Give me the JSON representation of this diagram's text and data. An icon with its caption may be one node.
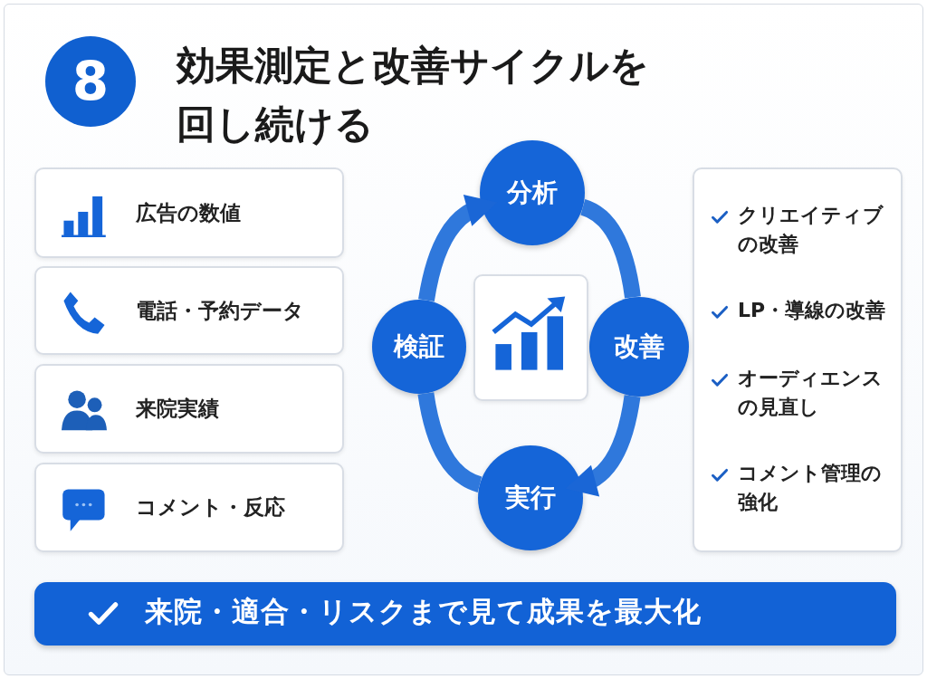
{
  "diagram": {
    "title": "効果測定と改善サイクルを回し続ける",
    "nodes": [
      {
        "text": [
          "8"
        ]
      },
      {
        "text": [
          "広告の数値"
        ]
      },
      {
        "text": [
          "電話・予約データ"
        ]
      },
      {
        "text": [
          "来院実績"
        ]
      },
      {
        "text": [
          "コメント・反応"
        ]
      },
      {
        "text": [
          "分析"
        ]
      },
      {
        "text": [
          "改善"
        ]
      },
      {
        "text": [
          "実行"
        ]
      },
      {
        "text": [
          "検証"
        ]
      },
      {
        "text": [
          "クリエイティブの改善",
          "LP・導線の改善",
          "オーディエンスの見直し",
          "コメント管理の強化"
        ]
      },
      {
        "text": [
          "来院・適合・リスクまで見て成果を最大化"
        ]
      }
    ],
    "edges": [
      {
        "from": 5,
        "to": 6,
        "arrow": "none"
      },
      {
        "from": 6,
        "to": 7,
        "arrow": "to"
      },
      {
        "from": 7,
        "to": 8,
        "arrow": "none"
      },
      {
        "from": 8,
        "to": 5,
        "arrow": "to"
      }
    ]
  }
}
